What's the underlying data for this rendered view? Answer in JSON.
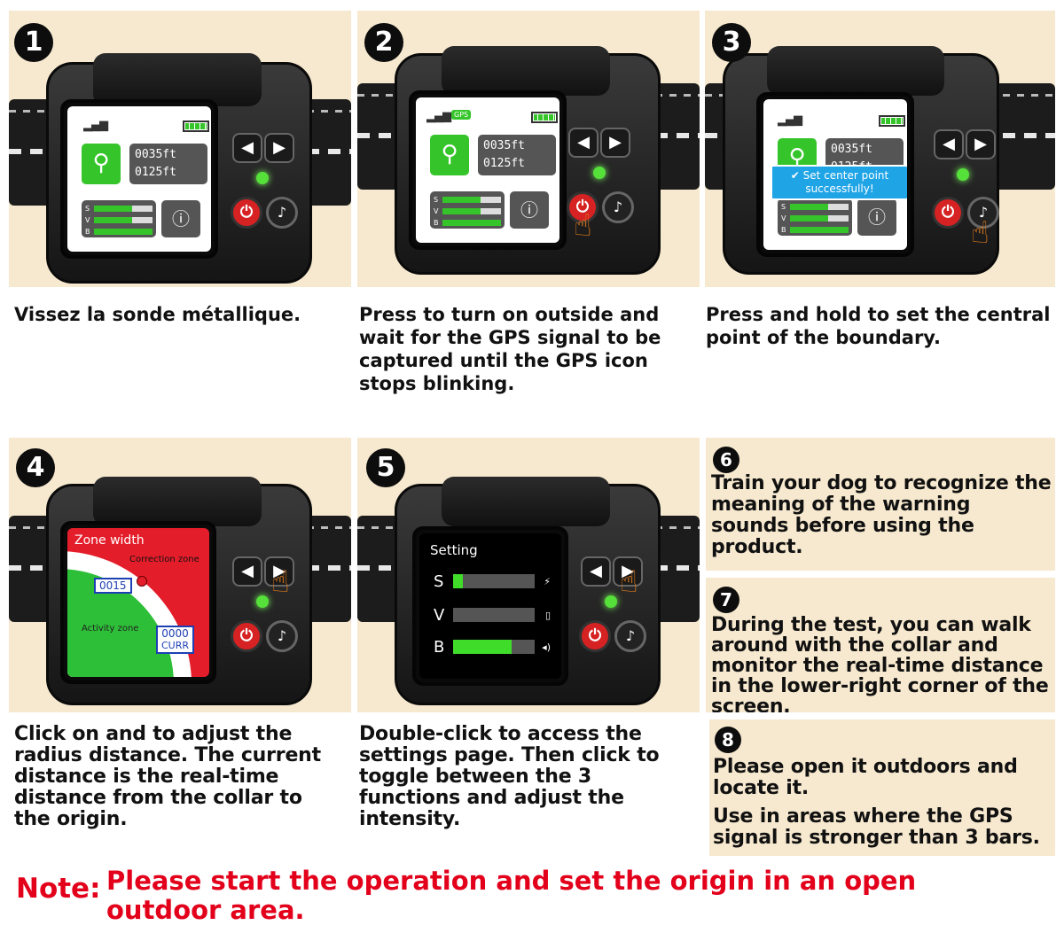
{
  "steps": [
    {
      "number": "1",
      "caption": "Vissez la sonde métallique."
    },
    {
      "number": "2",
      "caption": "Press to turn on outside and wait for the GPS signal to be captured until the GPS icon stops blinking."
    },
    {
      "number": "3",
      "caption": "Press and hold to set the central point of the boundary."
    },
    {
      "number": "4",
      "caption": "Click on and to adjust the radius distance. The current distance is the real-time distance from the collar to the origin."
    },
    {
      "number": "5",
      "caption": "Double-click to access the settings page. Then click to toggle between the 3 functions and adjust the intensity."
    },
    {
      "number": "6",
      "caption": "Train your dog to recognize the meaning of the warning sounds before using the product."
    },
    {
      "number": "7",
      "caption": "During the test, you can walk around with the collar and monitor the real-time distance in the lower-right corner of the screen."
    },
    {
      "number": "8",
      "caption": "Please open it outdoors and locate it.",
      "caption2": "Use in areas where the GPS signal is stronger than 3 bars."
    }
  ],
  "screen": {
    "distance1": "0035ft",
    "distance2": "0125ft",
    "gps": "GPS",
    "svb": [
      "S",
      "V",
      "B"
    ],
    "popup": "Set center point successfully!"
  },
  "zone_screen": {
    "title": "Zone width",
    "correction": "Correction zone",
    "value": "0015",
    "activity": "Activity zone",
    "curr_value": "0000",
    "curr_label": "CURR"
  },
  "settings_screen": {
    "title": "Setting",
    "rows": [
      {
        "letter": "S",
        "level": 0.12
      },
      {
        "letter": "V",
        "level": 0.0
      },
      {
        "letter": "B",
        "level": 0.72
      }
    ]
  },
  "note": {
    "label": "Note:",
    "text": "Please start the operation and set the origin in an open outdoor area."
  },
  "colors": {
    "panel": "#f7e9cf",
    "note": "#e3001b",
    "accent_green": "#35c52a",
    "power_red": "#d62222",
    "popup_blue": "#1fa4e6",
    "zone_red": "#e41d2a"
  },
  "icons": [
    "signal-icon",
    "battery-icon",
    "map-pin-icon",
    "alert-icon",
    "power-icon",
    "bell-icon",
    "arrow-left-icon",
    "arrow-right-icon",
    "hand-pointer-icon",
    "check-icon"
  ]
}
